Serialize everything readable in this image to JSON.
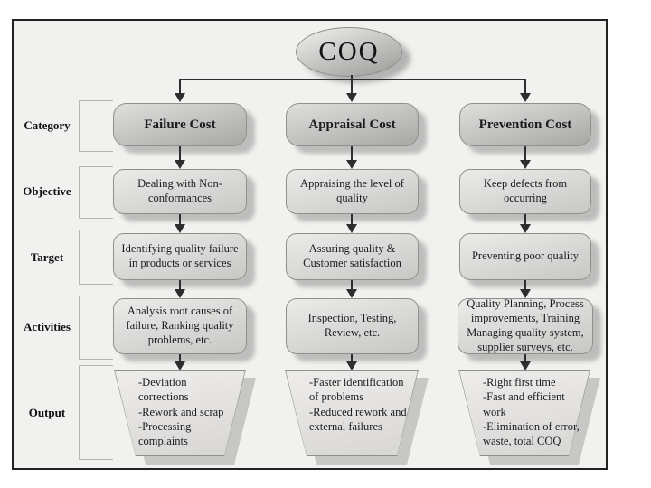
{
  "diagram": {
    "title": "COQ",
    "row_labels": [
      "Category",
      "Objective",
      "Target",
      "Activities",
      "Output"
    ],
    "columns": [
      {
        "category": "Failure Cost",
        "objective": "Dealing with Non-conformances",
        "target": "Identifying quality failure in products or services",
        "activities": "Analysis root causes of failure, Ranking quality problems, etc.",
        "output": [
          "-Deviation corrections",
          "-Rework and scrap",
          "-Processing complaints"
        ]
      },
      {
        "category": "Appraisal Cost",
        "objective": "Appraising the level of quality",
        "target": "Assuring quality & Customer satisfaction",
        "activities": "Inspection, Testing, Review, etc.",
        "output": [
          "-Faster identification of problems",
          "-Reduced rework and external failures"
        ]
      },
      {
        "category": "Prevention Cost",
        "objective": "Keep defects from occurring",
        "target": "Preventing poor quality",
        "activities": "Quality Planning, Process improvements, Training Managing quality system, supplier surveys, etc.",
        "output": [
          "-Right first time",
          "-Fast and efficient work",
          "-Elimination of error, waste, total COQ"
        ]
      }
    ],
    "colors": {
      "panel_bg": "#f1f1ef",
      "border": "#222220",
      "line": "#2e2e2e",
      "header_gradient_start": "#dfdfdd",
      "header_gradient_end": "#a7a7a5",
      "body_gradient_start": "#ebebe9",
      "body_gradient_end": "#c7c7c5",
      "shadow": "#c7c7c5"
    }
  }
}
